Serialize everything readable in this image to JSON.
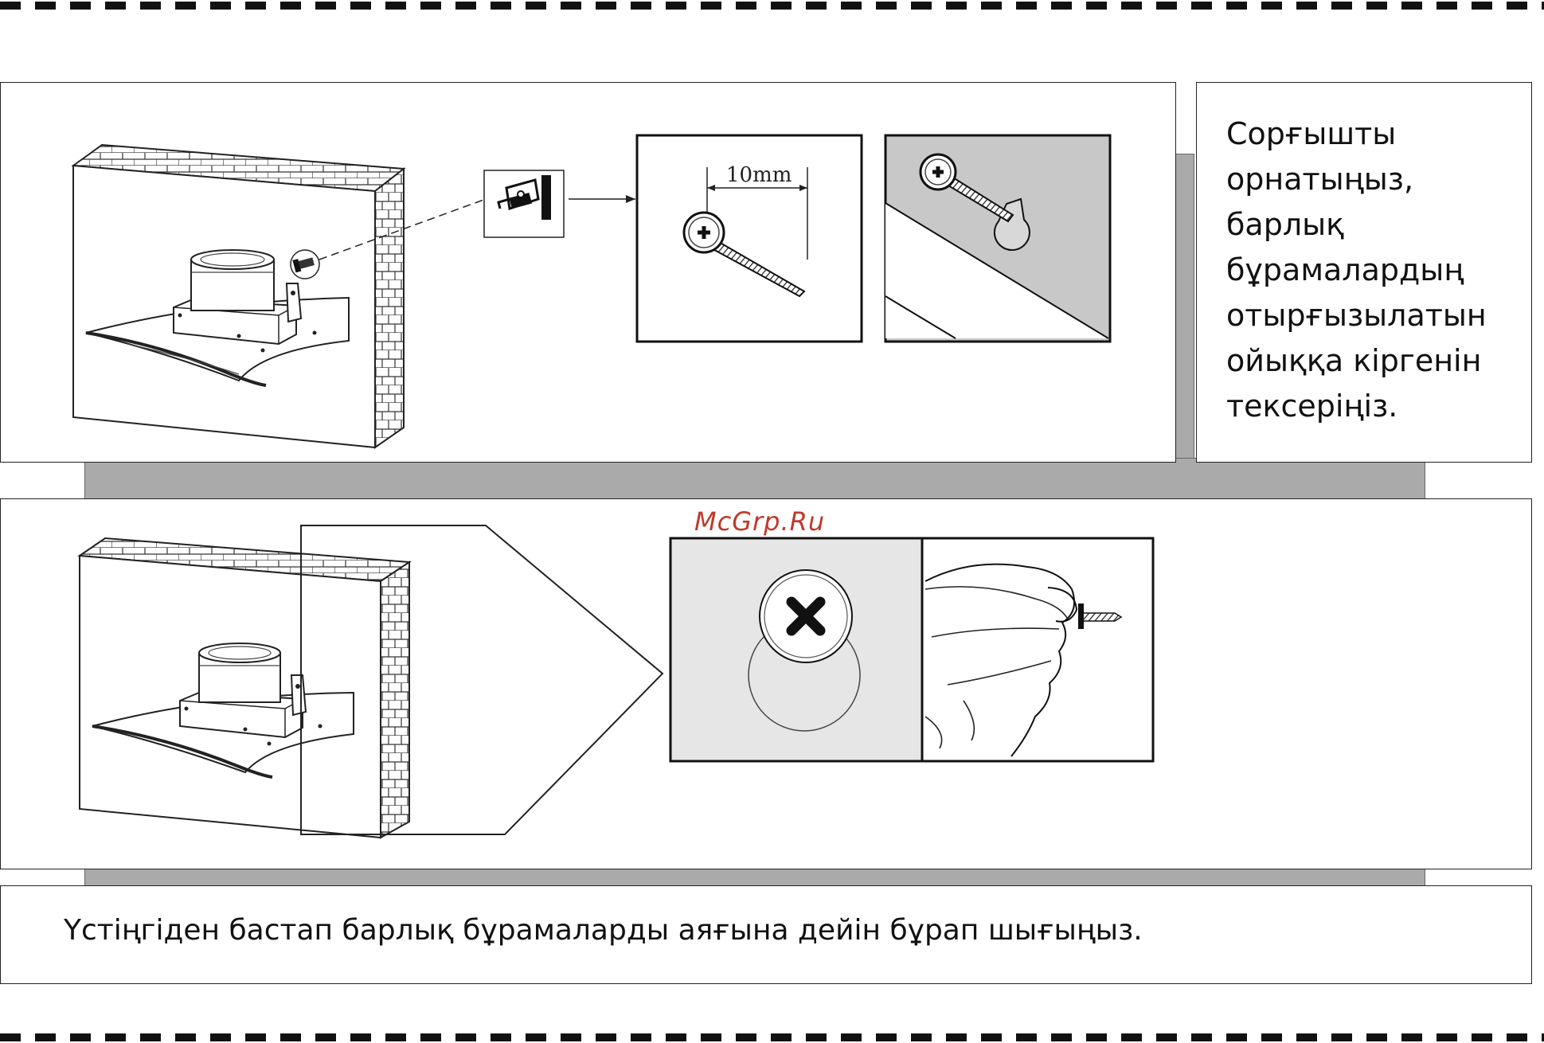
{
  "step1": {
    "instruction": "Сорғышты\nорнатыңыз,\nбарлық\nбұрамалардың\nотырғызылатын\nойыққа кіргенін\nтексеріңіз.",
    "measure_label": "10mm"
  },
  "step2": {
    "watermark": "McGrp.Ru"
  },
  "step3": {
    "instruction": "Үстіңгіден бастап барлық бұрамаларды аяғына дейін бұрап шығыңыз."
  },
  "colors": {
    "panel_gray": "#aaaaaa",
    "detail_gray": "#c8c8c8",
    "light_gray": "#e6e6e6",
    "watermark_red": "#c0392b"
  },
  "icons": [
    "screwdriver-icon",
    "screw-icon",
    "keyhole-slot-icon",
    "hand-icon"
  ]
}
